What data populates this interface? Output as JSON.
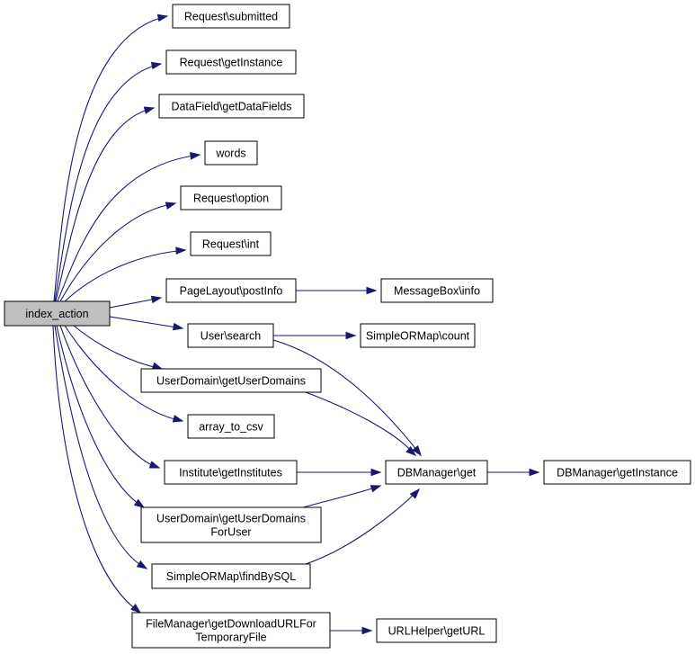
{
  "graph": {
    "nodes": [
      {
        "id": "index_action",
        "lines": [
          "index_action"
        ],
        "root": true
      },
      {
        "id": "req_submitted",
        "lines": [
          "Request\\submitted"
        ]
      },
      {
        "id": "req_getinstance",
        "lines": [
          "Request\\getInstance"
        ]
      },
      {
        "id": "datafield",
        "lines": [
          "DataField\\getDataFields"
        ]
      },
      {
        "id": "words",
        "lines": [
          "words"
        ]
      },
      {
        "id": "req_option",
        "lines": [
          "Request\\option"
        ]
      },
      {
        "id": "req_int",
        "lines": [
          "Request\\int"
        ]
      },
      {
        "id": "postinfo",
        "lines": [
          "PageLayout\\postInfo"
        ]
      },
      {
        "id": "msgbox",
        "lines": [
          "MessageBox\\info"
        ]
      },
      {
        "id": "usersearch",
        "lines": [
          "User\\search"
        ]
      },
      {
        "id": "ormcount",
        "lines": [
          "SimpleORMap\\count"
        ]
      },
      {
        "id": "userdomains",
        "lines": [
          "UserDomain\\getUserDomains"
        ]
      },
      {
        "id": "array_csv",
        "lines": [
          "array_to_csv"
        ]
      },
      {
        "id": "institutes",
        "lines": [
          "Institute\\getInstitutes"
        ]
      },
      {
        "id": "dbget",
        "lines": [
          "DBManager\\get"
        ]
      },
      {
        "id": "dbinstance",
        "lines": [
          "DBManager\\getInstance"
        ]
      },
      {
        "id": "userdomainsforuser",
        "lines": [
          "UserDomain\\getUserDomains",
          "ForUser"
        ]
      },
      {
        "id": "findbysql",
        "lines": [
          "SimpleORMap\\findBySQL"
        ]
      },
      {
        "id": "filemanager",
        "lines": [
          "FileManager\\getDownloadURLFor",
          "TemporaryFile"
        ]
      },
      {
        "id": "urlhelper",
        "lines": [
          "URLHelper\\getURL"
        ]
      }
    ],
    "edges": [
      [
        "index_action",
        "req_submitted"
      ],
      [
        "index_action",
        "req_getinstance"
      ],
      [
        "index_action",
        "datafield"
      ],
      [
        "index_action",
        "words"
      ],
      [
        "index_action",
        "req_option"
      ],
      [
        "index_action",
        "req_int"
      ],
      [
        "index_action",
        "postinfo"
      ],
      [
        "index_action",
        "usersearch"
      ],
      [
        "index_action",
        "userdomains"
      ],
      [
        "index_action",
        "array_csv"
      ],
      [
        "index_action",
        "institutes"
      ],
      [
        "index_action",
        "userdomainsforuser"
      ],
      [
        "index_action",
        "findbysql"
      ],
      [
        "index_action",
        "filemanager"
      ],
      [
        "postinfo",
        "msgbox"
      ],
      [
        "usersearch",
        "ormcount"
      ],
      [
        "usersearch",
        "dbget"
      ],
      [
        "userdomains",
        "dbget"
      ],
      [
        "institutes",
        "dbget"
      ],
      [
        "userdomainsforuser",
        "dbget"
      ],
      [
        "findbysql",
        "dbget"
      ],
      [
        "dbget",
        "dbinstance"
      ],
      [
        "filemanager",
        "urlhelper"
      ]
    ],
    "colors": {
      "edge": "#191970",
      "root_fill": "#bfbfbf",
      "node_fill": "#ffffff",
      "border": "#000000"
    }
  }
}
